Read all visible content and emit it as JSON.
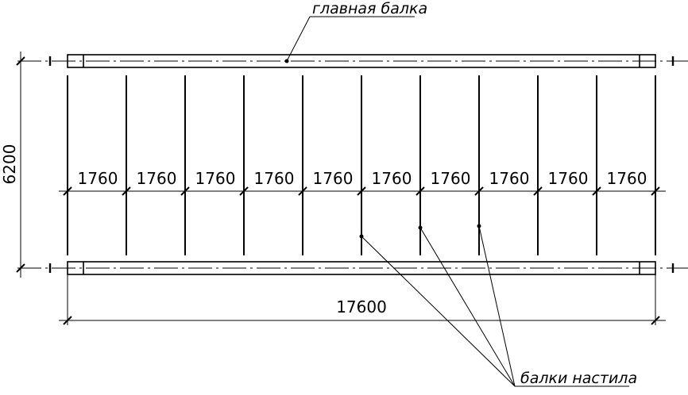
{
  "labels": {
    "main_beam": "главная балка",
    "deck_beams": "балки настила"
  },
  "dimensions": {
    "spacing": [
      "1760",
      "1760",
      "1760",
      "1760",
      "1760",
      "1760",
      "1760",
      "1760",
      "1760",
      "1760"
    ],
    "total_length": "17600",
    "span": "6200"
  },
  "colors": {
    "line": "#000000",
    "background": "#ffffff"
  }
}
